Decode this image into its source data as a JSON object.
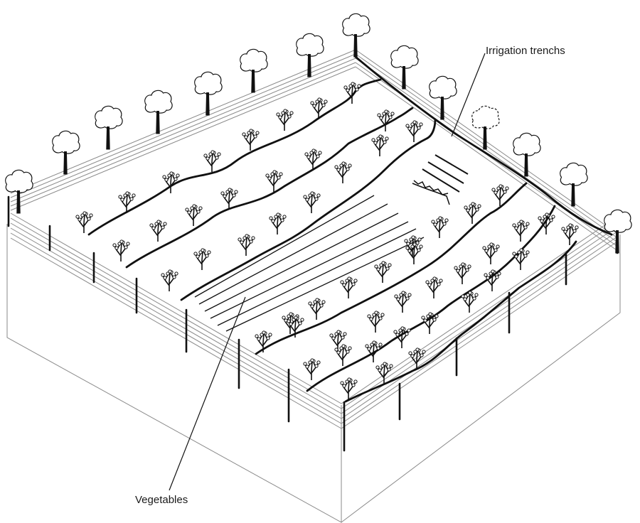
{
  "labels": {
    "irrigation": "Irrigation trenchs",
    "vegetables": "Vegetables"
  },
  "colors": {
    "ink": "#111111",
    "thin": "#8a8a8a",
    "paper": "#ffffff"
  },
  "icons": {
    "tree": "deciduous-tree",
    "shrub": "fruit-shrub"
  }
}
